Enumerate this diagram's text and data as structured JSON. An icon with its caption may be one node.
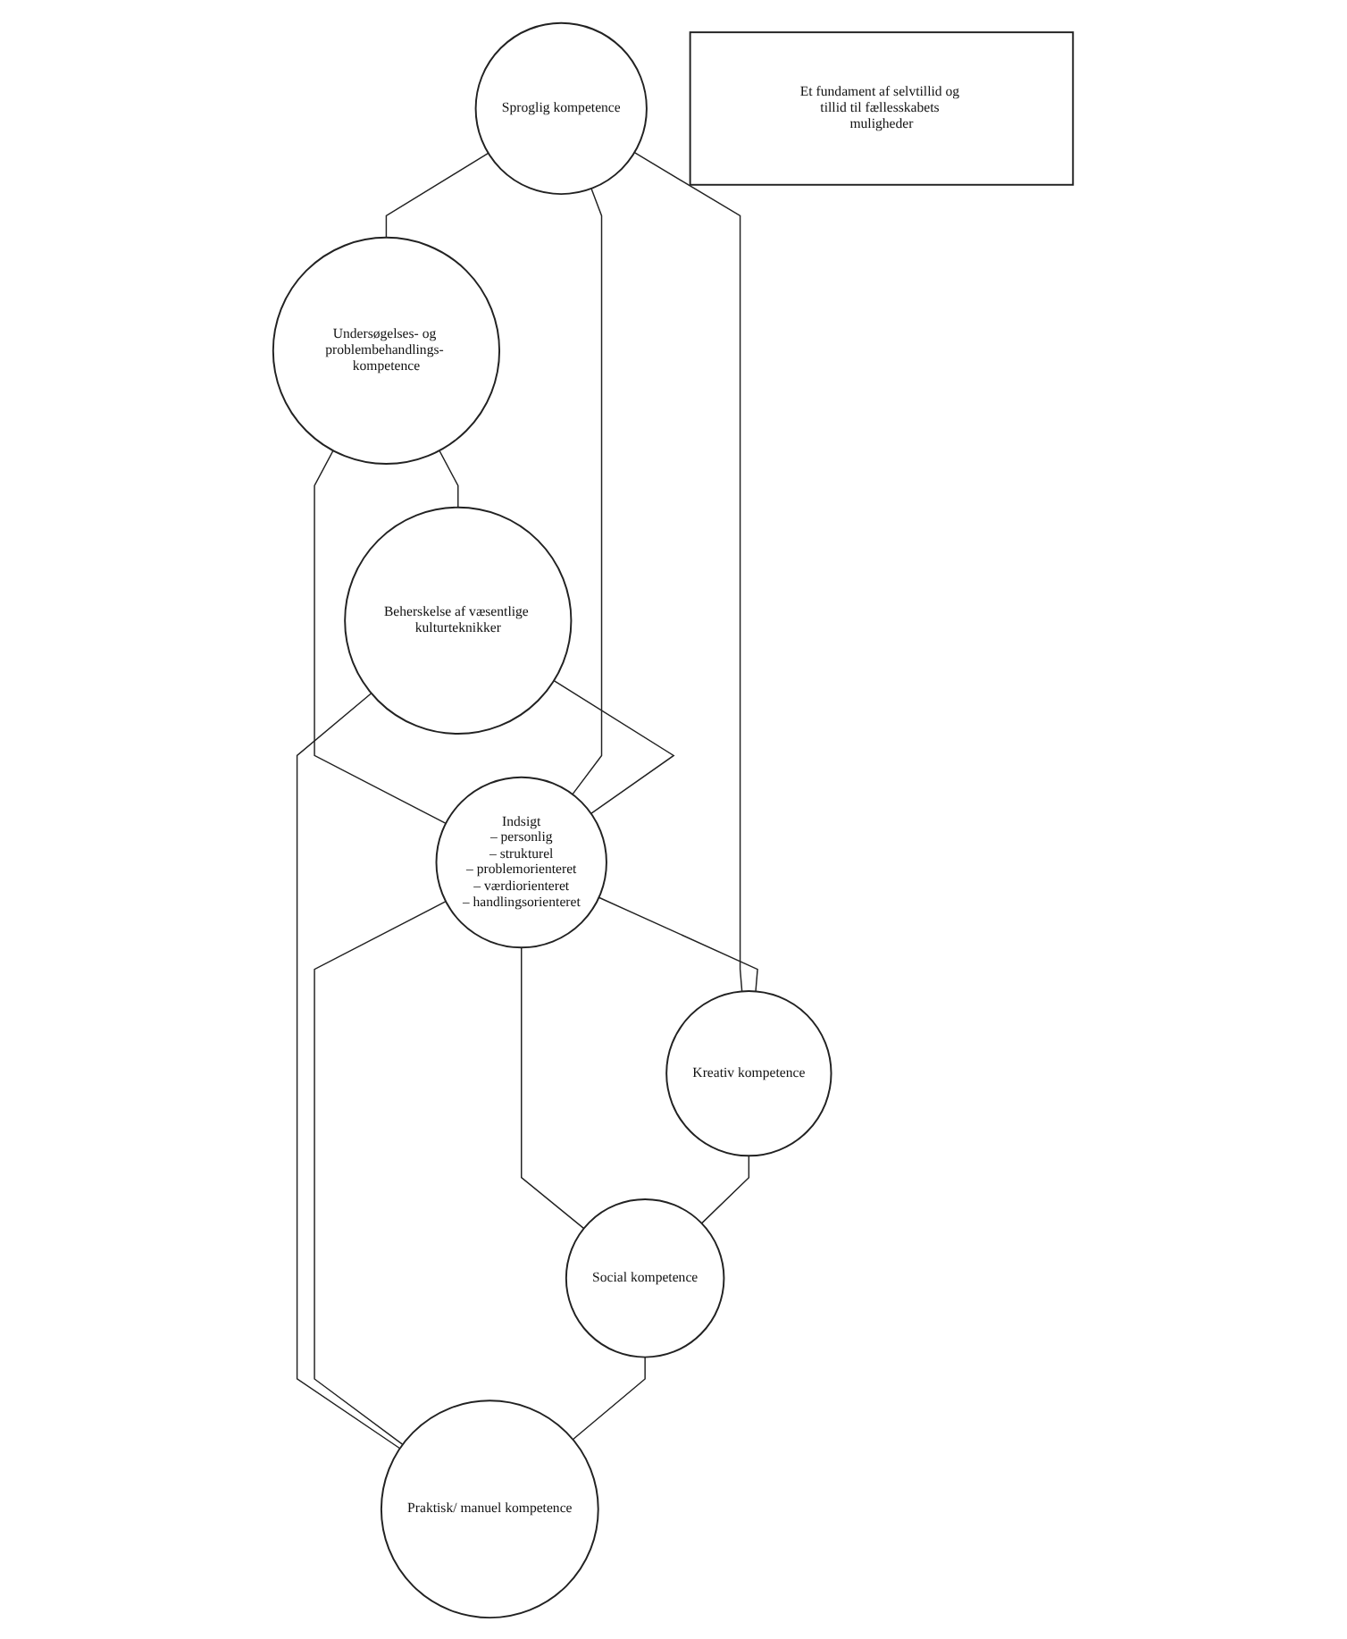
{
  "diagram": {
    "nodes": [
      {
        "text": [
          "Undersøgelses- og problembehandlings- kompetence"
        ]
      },
      {
        "text": [
          "Sproglig kompetence"
        ]
      },
      {
        "text": [
          "Beherskelse af væsentlige kulturteknikker"
        ]
      },
      {
        "text": [
          "Indsigt",
          "– personlig",
          "– strukturel",
          "– problemorienteret",
          "– værdiorienteret",
          "– handlingsorienteret"
        ]
      },
      {
        "text": [
          "Kreativ kompetence"
        ]
      },
      {
        "text": [
          "Praktisk/ manuel kompetence"
        ]
      },
      {
        "text": [
          "Social kompetence"
        ]
      },
      {
        "text": [
          "Et fundament af selvtillid og tillid til fællesskabets muligheder"
        ]
      }
    ],
    "edges": [
      {
        "from": 1,
        "to": 0,
        "arrow": "none"
      },
      {
        "from": 0,
        "to": 2,
        "arrow": "none"
      },
      {
        "from": 0,
        "to": 3,
        "arrow": "none"
      },
      {
        "from": 1,
        "to": 3,
        "arrow": "none"
      },
      {
        "from": 2,
        "to": 3,
        "arrow": "none"
      },
      {
        "from": 1,
        "to": 4,
        "arrow": "none"
      },
      {
        "from": 2,
        "to": 5,
        "arrow": "none"
      },
      {
        "from": 3,
        "to": 4,
        "arrow": "none"
      },
      {
        "from": 3,
        "to": 5,
        "arrow": "none"
      },
      {
        "from": 3,
        "to": 6,
        "arrow": "none"
      },
      {
        "from": 4,
        "to": 6,
        "arrow": "none"
      },
      {
        "from": 6,
        "to": 5,
        "arrow": "none"
      }
    ]
  }
}
